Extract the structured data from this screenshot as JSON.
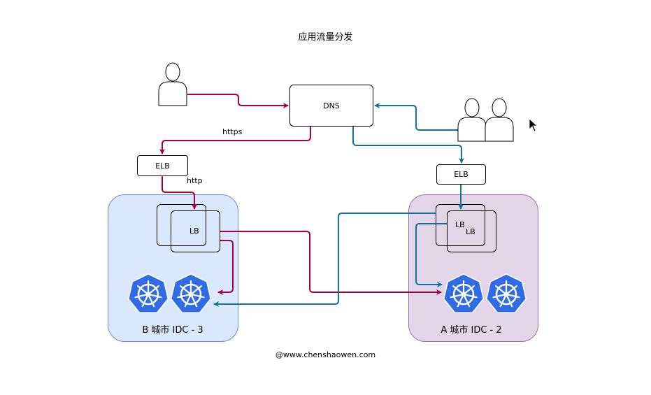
{
  "title": "应用流量分发",
  "footer": "@www.chenshaowen.com",
  "nodes": {
    "dns": "DNS",
    "elb_left": "ELB",
    "elb_right": "ELB",
    "lb_left": "LB",
    "lb_right_back": "LB",
    "lb_right_front": "LB"
  },
  "edge_labels": {
    "https": "https",
    "http": "http"
  },
  "regions": {
    "b": "B 城市 IDC - 3",
    "a": "A 城市 IDC - 2"
  },
  "icons": {
    "user_single": "person-icon",
    "user_group": "people-icon",
    "k8s": "kubernetes-icon",
    "cursor": "mouse-cursor-icon"
  },
  "colors": {
    "crimson": "#a50040",
    "teal": "#10739e",
    "region_b_fill": "#dae8fc",
    "region_b_stroke": "#6c8ebf",
    "region_a_fill": "#e1d5e7",
    "region_a_stroke": "#9673a6",
    "k8s_blue": "#326ce5"
  }
}
